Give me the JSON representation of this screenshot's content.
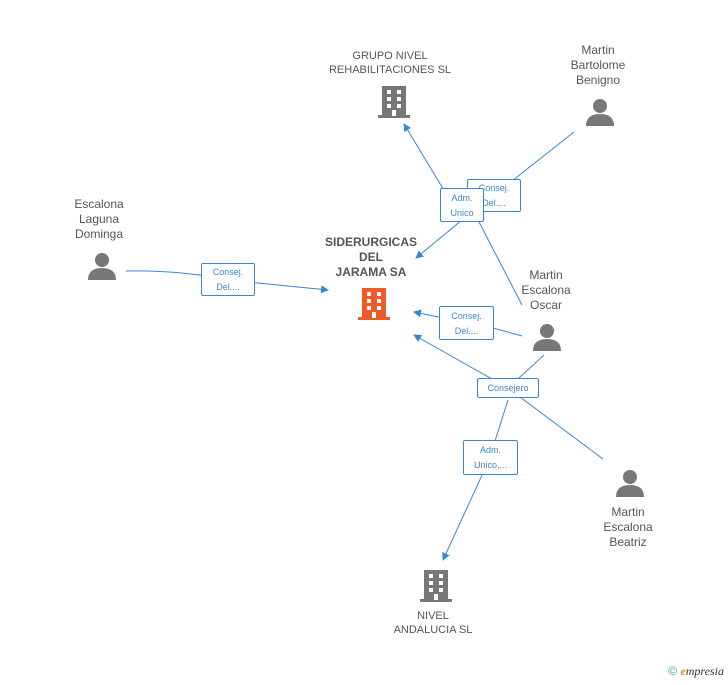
{
  "nodes": {
    "center": {
      "name": "SIDERURGICAS\nDEL\nJARAMA SA"
    },
    "grupo": {
      "name": "GRUPO NIVEL\nREHABILITACIONES SL"
    },
    "benigno": {
      "name": "Martin\nBartolome\nBenigno"
    },
    "escalona": {
      "name": "Escalona\nLaguna\nDominga"
    },
    "oscar": {
      "name": "Martin\nEscalona\nOscar"
    },
    "beatriz": {
      "name": "Martin\nEscalona\nBeatriz"
    },
    "andalucia": {
      "name": "NIVEL\nANDALUCIA SL"
    }
  },
  "edge_labels": {
    "escalona_center": "Consej.\nDel....",
    "benigno_grupo": "Consej.\nDel....",
    "adm_unico_grupo": "Adm.\nUnico",
    "oscar_center": "Consej.\nDel....",
    "consejero": "Consejero",
    "adm_unico_andalucia": "Adm.\nUnico,..."
  },
  "footer": {
    "copyright": "©",
    "brand_e": "e",
    "brand_rest": "mpresia"
  },
  "colors": {
    "edge": "#3a86d4",
    "person": "#777777",
    "company": "#777777",
    "center_company": "#f05a28"
  }
}
